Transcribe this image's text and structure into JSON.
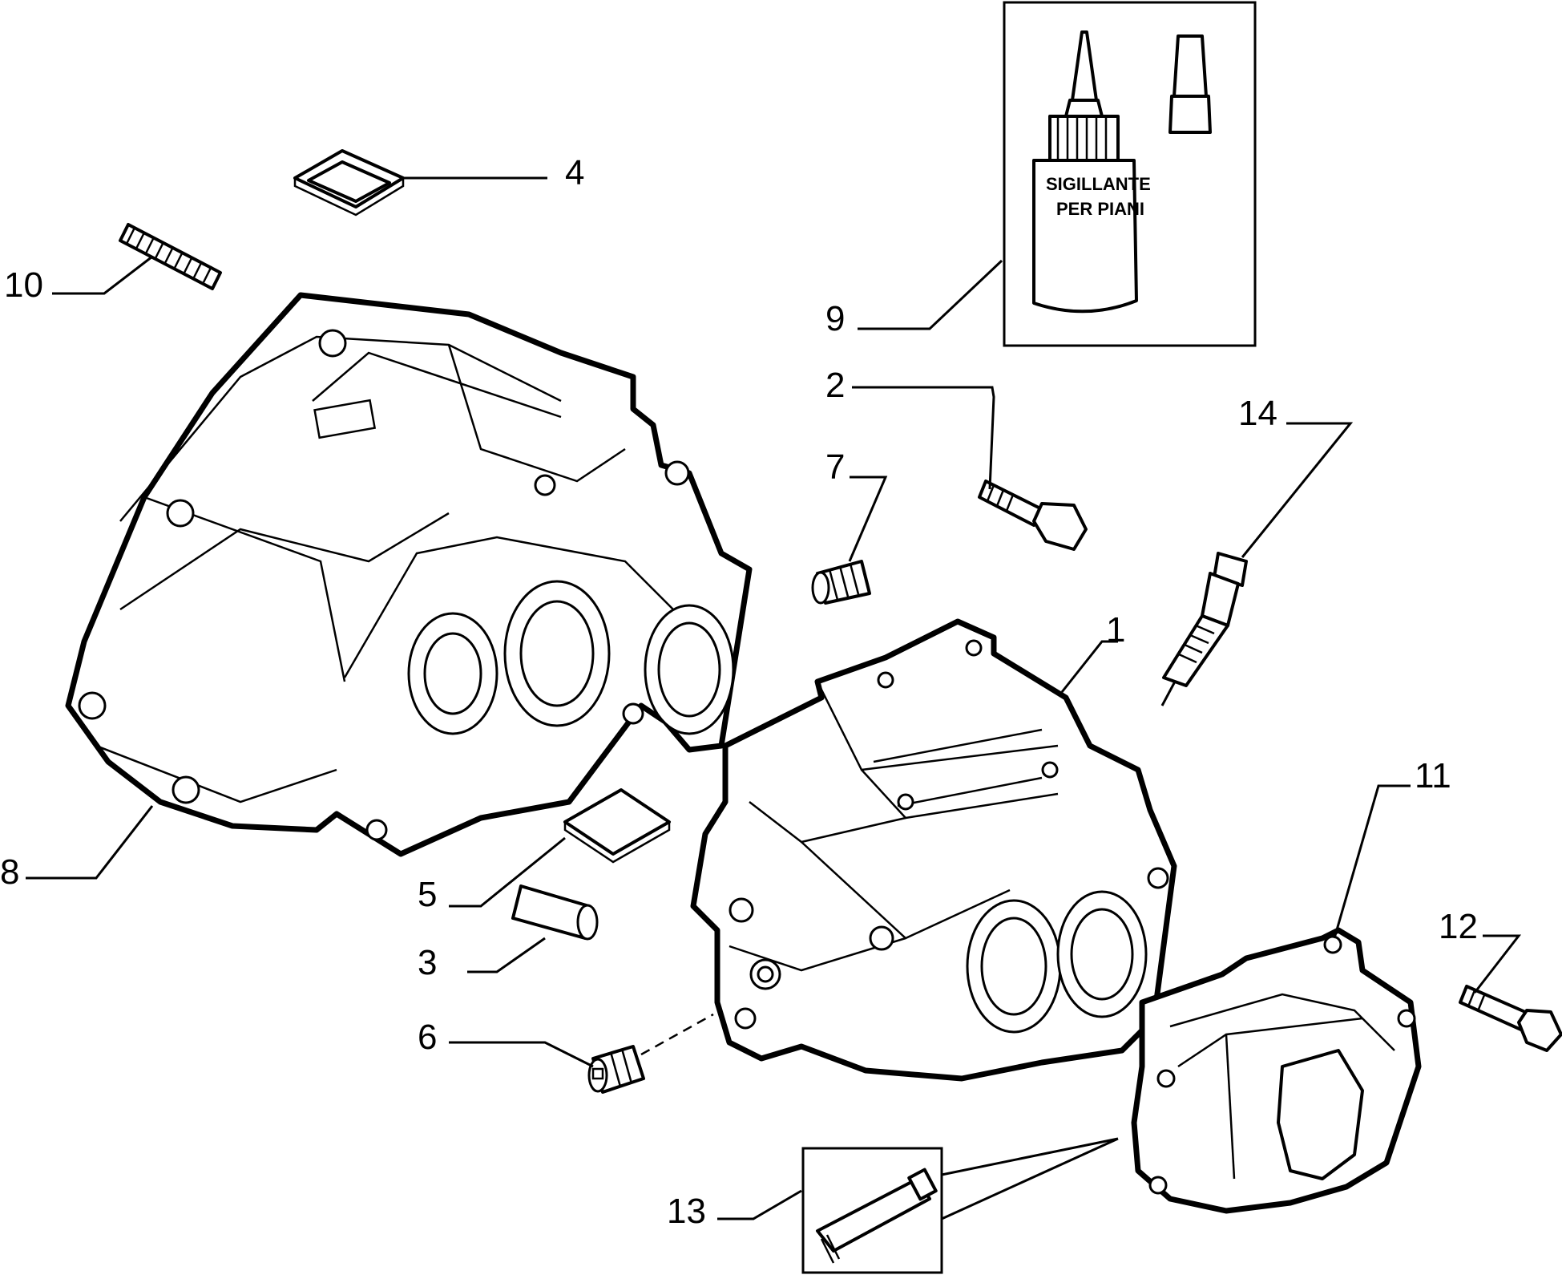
{
  "callouts": [
    {
      "id": "1",
      "text": "1"
    },
    {
      "id": "2",
      "text": "2"
    },
    {
      "id": "3",
      "text": "3"
    },
    {
      "id": "4",
      "text": "4"
    },
    {
      "id": "5",
      "text": "5"
    },
    {
      "id": "6",
      "text": "6"
    },
    {
      "id": "7",
      "text": "7"
    },
    {
      "id": "8",
      "text": "8"
    },
    {
      "id": "9",
      "text": "9"
    },
    {
      "id": "10",
      "text": "10"
    },
    {
      "id": "11",
      "text": "11"
    },
    {
      "id": "12",
      "text": "12"
    },
    {
      "id": "13",
      "text": "13"
    },
    {
      "id": "14",
      "text": "14"
    }
  ],
  "bottle_label": {
    "line1": "SIGILLANTE",
    "line2": "PER PIANI"
  }
}
